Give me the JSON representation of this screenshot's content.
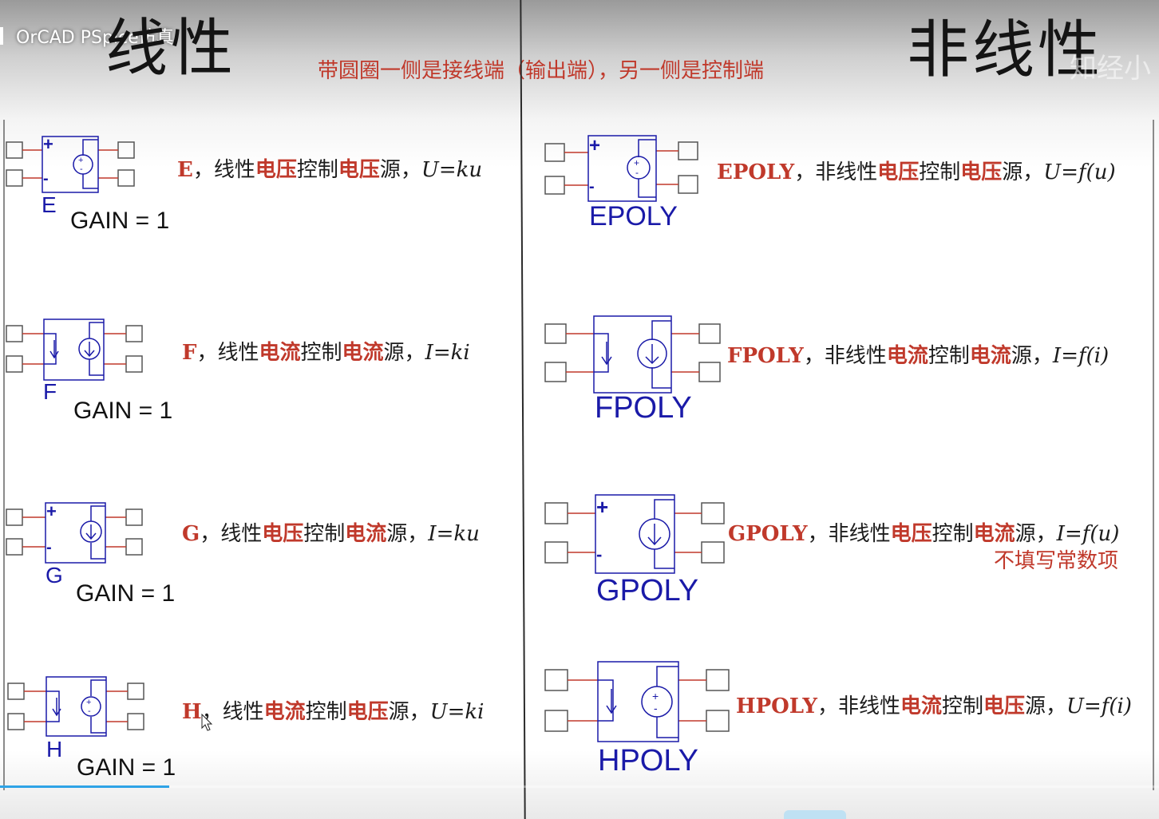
{
  "video_title": "OrCAD PSpice仿真",
  "headings": {
    "linear": "线性",
    "nonlinear": "非线性"
  },
  "subtitle": "带圆圈一侧是接线端（输出端），另一侧是控制端",
  "watermark": "知经小",
  "sources_linear": [
    {
      "name": "E",
      "gain_label": "GAIN = 1",
      "code": "E",
      "sep": "，线性",
      "t1": "电压",
      "t2": "控制",
      "t3": "电压",
      "t4": "源，",
      "eq": "U=ku"
    },
    {
      "name": "F",
      "gain_label": "GAIN = 1",
      "code": "F",
      "sep": "，线性",
      "t1": "电流",
      "t2": "控制",
      "t3": "电流",
      "t4": "源，",
      "eq": "I=ki"
    },
    {
      "name": "G",
      "gain_label": "GAIN = 1",
      "code": "G",
      "sep": "，线性",
      "t1": "电压",
      "t2": "控制",
      "t3": "电流",
      "t4": "源，",
      "eq": "I=ku"
    },
    {
      "name": "H",
      "gain_label": "GAIN = 1",
      "code": "H",
      "sep": "，线性",
      "t1": "电流",
      "t2": "控制",
      "t3": "电压",
      "t4": "源，",
      "eq": "U=ki"
    }
  ],
  "sources_nonlinear": [
    {
      "name": "EPOLY",
      "code": "EPOLY",
      "sep": "，非线性",
      "t1": "电压",
      "t2": "控制",
      "t3": "电压",
      "t4": "源，",
      "eq": "U=f(u)"
    },
    {
      "name": "FPOLY",
      "code": "FPOLY",
      "sep": "，非线性",
      "t1": "电流",
      "t2": "控制",
      "t3": "电流",
      "t4": "源，",
      "eq": "I=f(i)"
    },
    {
      "name": "GPOLY",
      "code": "GPOLY",
      "sep": "，非线性",
      "t1": "电压",
      "t2": "控制",
      "t3": "电流",
      "t4": "源，",
      "eq": "I=f(u)"
    },
    {
      "name": "HPOLY",
      "code": "HPOLY",
      "sep": "，非线性",
      "t1": "电流",
      "t2": "控制",
      "t3": "电压",
      "t4": "源，",
      "eq": "U=f(i)"
    }
  ],
  "gpoly_note": "不填写常数项",
  "symbols": {
    "plus": "+",
    "minus": "-"
  },
  "colors": {
    "accent_red": "#c0392b",
    "symbol_blue": "#1a1aa8",
    "wire_red": "#c0392b",
    "progress_blue": "#2ea3e6"
  },
  "video_progress": 0.146
}
